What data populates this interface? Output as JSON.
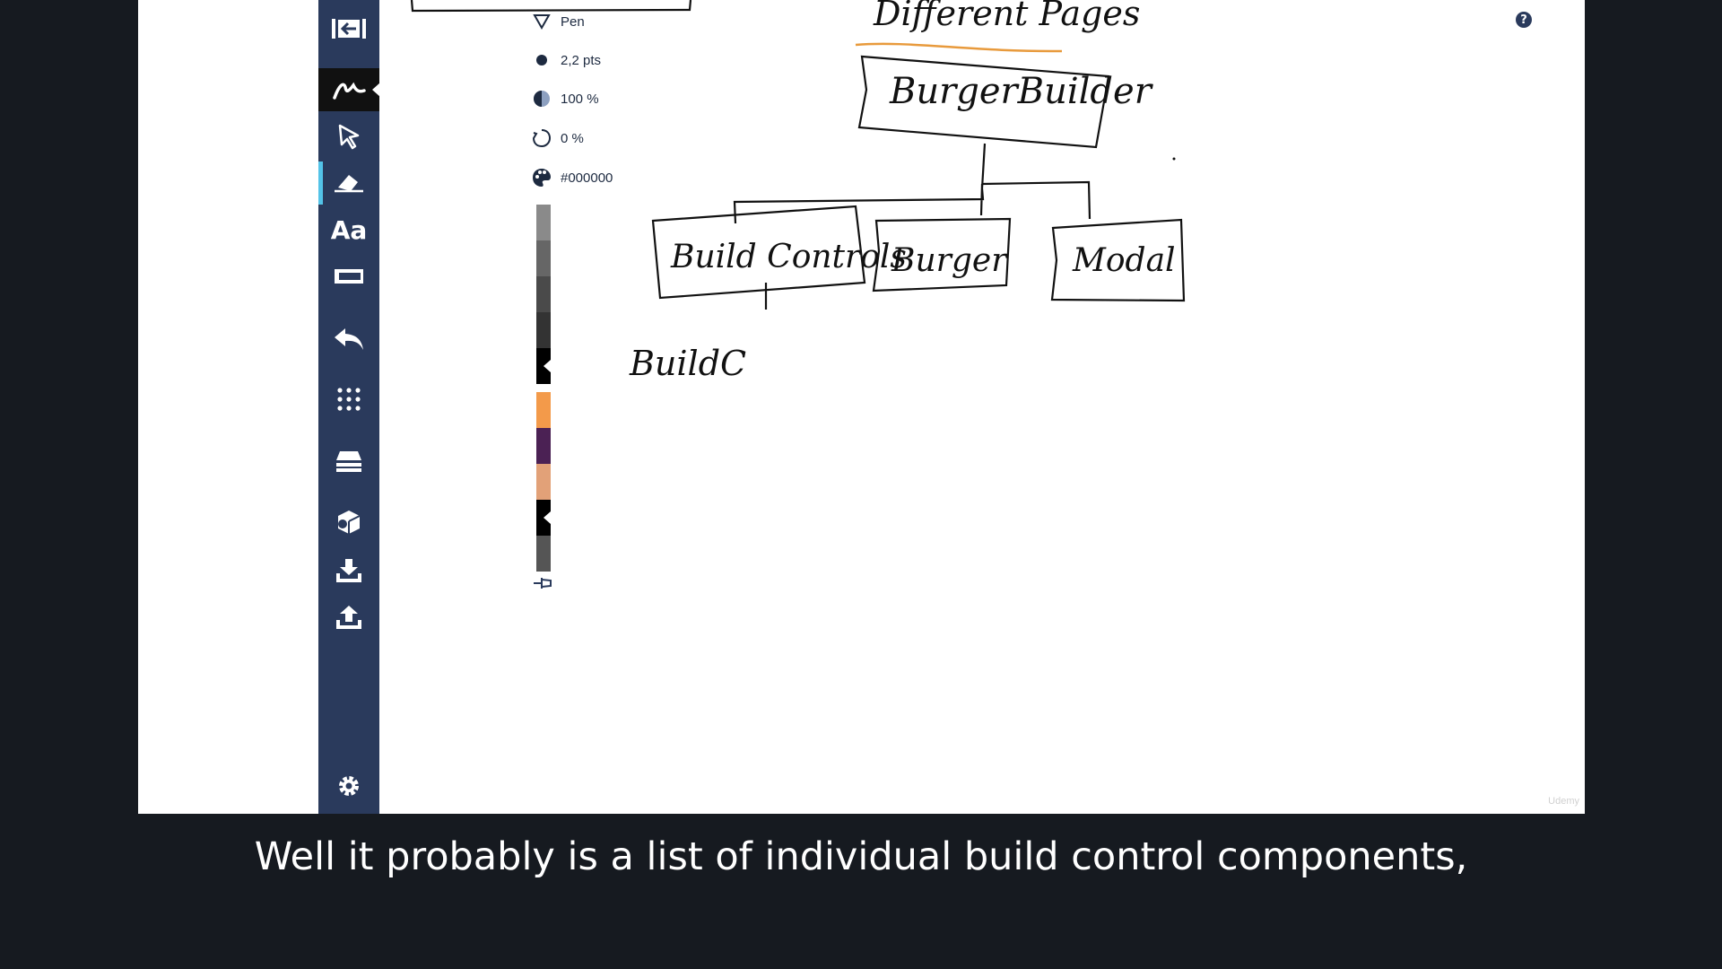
{
  "properties": {
    "tool_name": "Pen",
    "stroke_size": "2,2 pts",
    "opacity": "100 %",
    "smoothing": "0 %",
    "color": "#000000"
  },
  "toolbar_tools": [
    {
      "name": "panel-toggle-icon"
    },
    {
      "name": "pen-icon",
      "active": true
    },
    {
      "name": "select-arrow-icon"
    },
    {
      "name": "highlighter-icon"
    },
    {
      "name": "text-icon",
      "label": "Aa"
    },
    {
      "name": "rectangle-icon"
    },
    {
      "name": "undo-icon"
    },
    {
      "name": "grid-icon"
    },
    {
      "name": "layers-icon"
    },
    {
      "name": "shapes-icon"
    },
    {
      "name": "download-icon"
    },
    {
      "name": "upload-icon"
    },
    {
      "name": "settings-icon"
    }
  ],
  "palette": {
    "colors": [
      "#8a8a8a",
      "#666666",
      "#4a4a4a",
      "#333333",
      "#000000",
      "#f39a4a",
      "#4b2154",
      "#e2a178",
      "#000000",
      "#555555"
    ],
    "selected": [
      4,
      8
    ]
  },
  "canvas": {
    "heading": "Different Pages",
    "heading_underline_color": "#e89a3c",
    "nodes": {
      "root": "BurgerBuilder",
      "child_1": "Build Controls",
      "child_2": "Burger",
      "child_3": "Modal",
      "grandchild": "BuildC"
    }
  },
  "help_label": "?",
  "watermark": "Udemy",
  "caption": "Well it probably is a list of individual build control components,"
}
